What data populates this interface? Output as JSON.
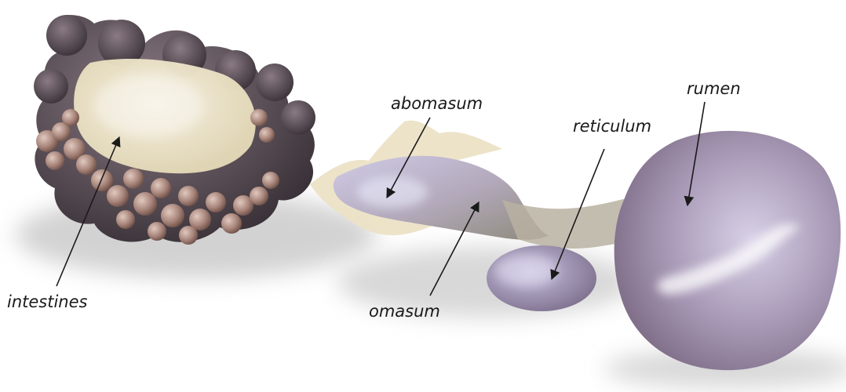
{
  "labels": {
    "intestines": "intestines",
    "abomasum": "abomasum",
    "reticulum": "reticulum",
    "rumen": "rumen",
    "omasum": "omasum"
  },
  "colors": {
    "background": "#ffffff",
    "label_text": "#1a1a1a",
    "rumen": "#a99bb8",
    "intestine_dark": "#4a4048",
    "intestine_coils": "#a8857a",
    "mesentery": "#f2ead0",
    "abomasum_fold": "#ece2c6",
    "shadow": "#c8c8c8"
  }
}
